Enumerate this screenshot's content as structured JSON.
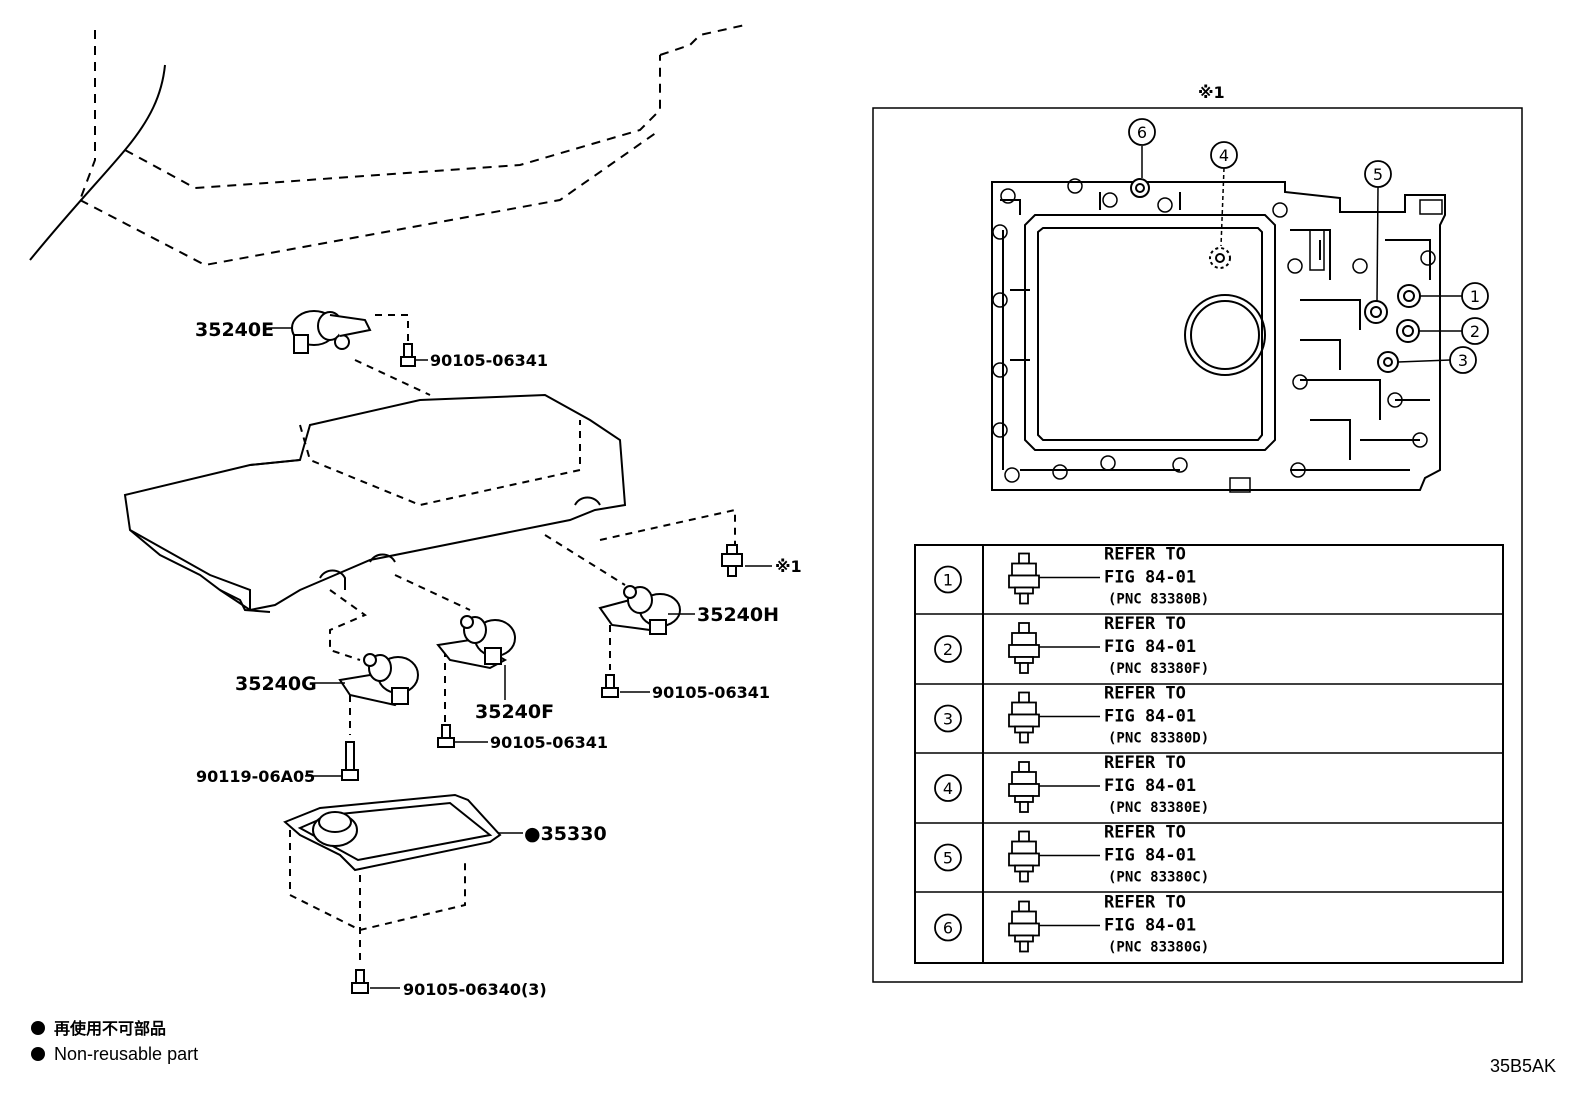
{
  "parts": {
    "solenoid_e": "35240E",
    "solenoid_h": "35240H",
    "solenoid_g": "35240G",
    "solenoid_f": "35240F",
    "bolt_e": "90105-06341",
    "bolt_h": "90105-06341",
    "bolt_f": "90105-06341",
    "bolt_g": "90119-06A05",
    "gasket": "●35330",
    "pan_bolt": "90105-06340(3)",
    "marker": "※1"
  },
  "detail": {
    "title": "※1",
    "callouts": [
      "1",
      "2",
      "3",
      "4",
      "5",
      "6"
    ]
  },
  "refer_table": [
    {
      "num": "1",
      "line1": "REFER TO",
      "line2": "FIG 84-01",
      "pnc": "(PNC 83380B)"
    },
    {
      "num": "2",
      "line1": "REFER TO",
      "line2": "FIG 84-01",
      "pnc": "(PNC 83380F)"
    },
    {
      "num": "3",
      "line1": "REFER TO",
      "line2": "FIG 84-01",
      "pnc": "(PNC 83380D)"
    },
    {
      "num": "4",
      "line1": "REFER TO",
      "line2": "FIG 84-01",
      "pnc": "(PNC 83380E)"
    },
    {
      "num": "5",
      "line1": "REFER TO",
      "line2": "FIG 84-01",
      "pnc": "(PNC 83380C)"
    },
    {
      "num": "6",
      "line1": "REFER TO",
      "line2": "FIG 84-01",
      "pnc": "(PNC 83380G)"
    }
  ],
  "legend": {
    "bullet": "●",
    "japanese": "再使用不可部品",
    "english": "Non-reusable part"
  },
  "figure_code": "35B5AK"
}
